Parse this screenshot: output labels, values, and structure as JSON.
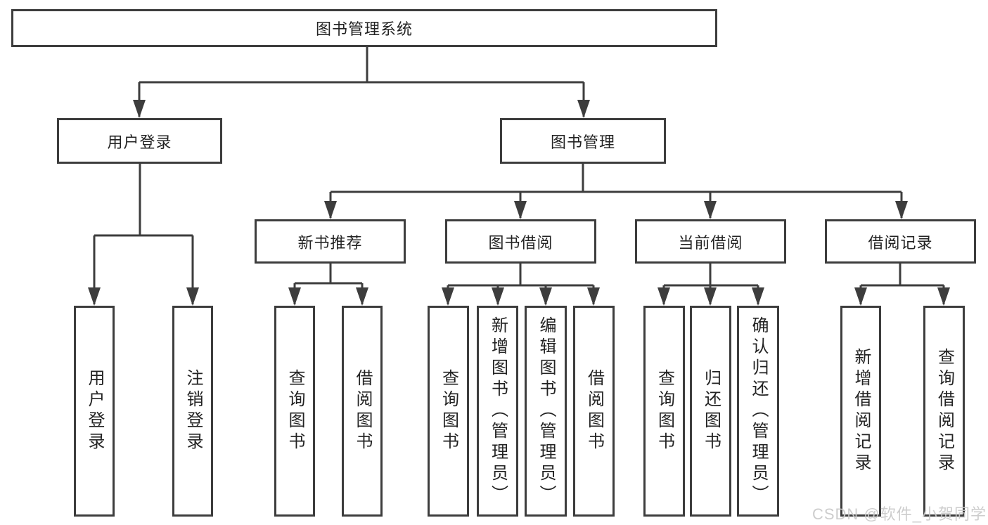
{
  "diagram": {
    "root": "图书管理系统",
    "level1": [
      "用户登录",
      "图书管理"
    ],
    "level2": [
      "新书推荐",
      "图书借阅",
      "当前借阅",
      "借阅记录"
    ],
    "leaves": [
      "用户登录",
      "注销登录",
      "查询图书",
      "借阅图书",
      "查询图书",
      "新增图书（管理员）",
      "编辑图书（管理员）",
      "借阅图书",
      "查询图书",
      "归还图书",
      "确认归还（管理员）",
      "新增借阅记录",
      "查询借阅记录"
    ]
  },
  "watermark": "CSDN @软件_小贺同学",
  "colors": {
    "line": "#3d3d3d",
    "text": "#232323",
    "background": "#ffffff",
    "watermark": "#c9c9c9"
  }
}
